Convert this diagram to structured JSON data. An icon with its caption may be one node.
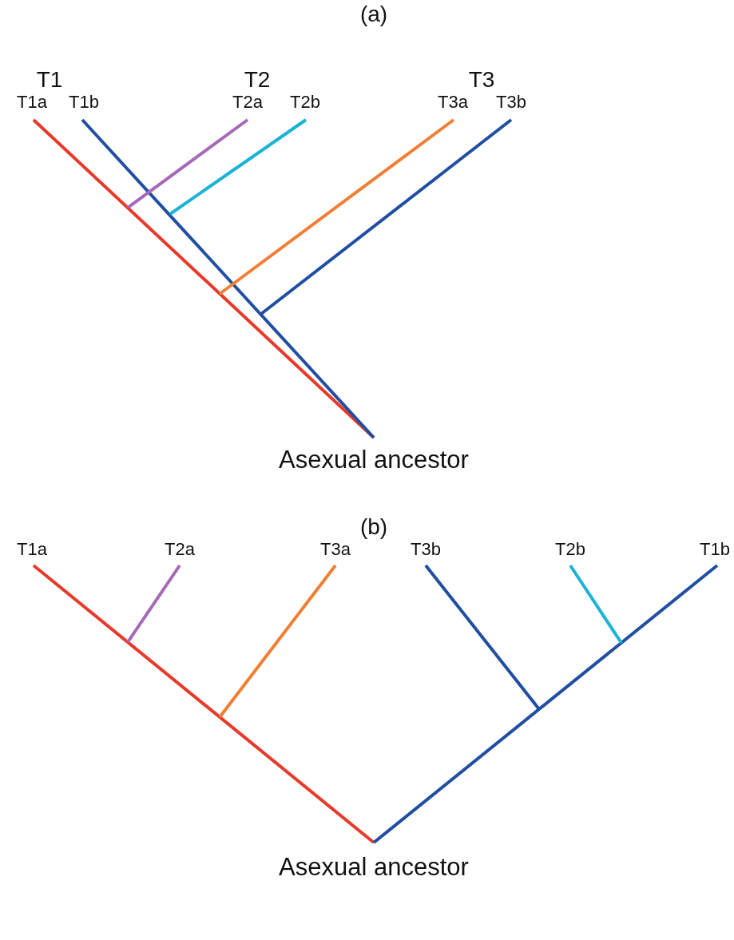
{
  "diagram": {
    "nodes": [
      {
        "text": [
          "T1a"
        ]
      },
      {
        "text": [
          "T1b"
        ]
      },
      {
        "text": [
          "T2a"
        ]
      },
      {
        "text": [
          "T2b"
        ]
      },
      {
        "text": [
          "T3a"
        ]
      },
      {
        "text": [
          "T3b"
        ]
      },
      {
        "text": [
          "Asexual ancestor"
        ]
      },
      {
        "text": [
          "T1a"
        ]
      },
      {
        "text": [
          "T2a"
        ]
      },
      {
        "text": [
          "T3a"
        ]
      },
      {
        "text": [
          "T3b"
        ]
      },
      {
        "text": [
          "T2b"
        ]
      },
      {
        "text": [
          "T1b"
        ]
      },
      {
        "text": [
          "Asexual ancestor"
        ]
      }
    ],
    "edges": [
      {
        "from": 6,
        "to": 0,
        "arrow": "none",
        "color": "#e8392a"
      },
      {
        "from": 6,
        "to": 1,
        "arrow": "none",
        "color": "#1f4ea3"
      },
      {
        "from": null,
        "to": 2,
        "arrow": "none",
        "color": "#a569b8"
      },
      {
        "from": null,
        "to": 3,
        "arrow": "none",
        "color": "#1bb3d6"
      },
      {
        "from": null,
        "to": 4,
        "arrow": "none",
        "color": "#f07f33"
      },
      {
        "from": null,
        "to": 5,
        "arrow": "none",
        "color": "#1f4ea3"
      },
      {
        "from": 13,
        "to": 7,
        "arrow": "none",
        "color": "#e8392a"
      },
      {
        "from": 13,
        "to": 12,
        "arrow": "none",
        "color": "#1f4ea3"
      },
      {
        "from": null,
        "to": 8,
        "arrow": "none",
        "color": "#a569b8"
      },
      {
        "from": null,
        "to": 9,
        "arrow": "none",
        "color": "#f07f33"
      },
      {
        "from": null,
        "to": 10,
        "arrow": "none",
        "color": "#1f4ea3"
      },
      {
        "from": null,
        "to": 11,
        "arrow": "none",
        "color": "#1bb3d6"
      }
    ],
    "labels": [
      "(a)",
      "T1",
      "T2",
      "T3",
      "(b)"
    ]
  }
}
